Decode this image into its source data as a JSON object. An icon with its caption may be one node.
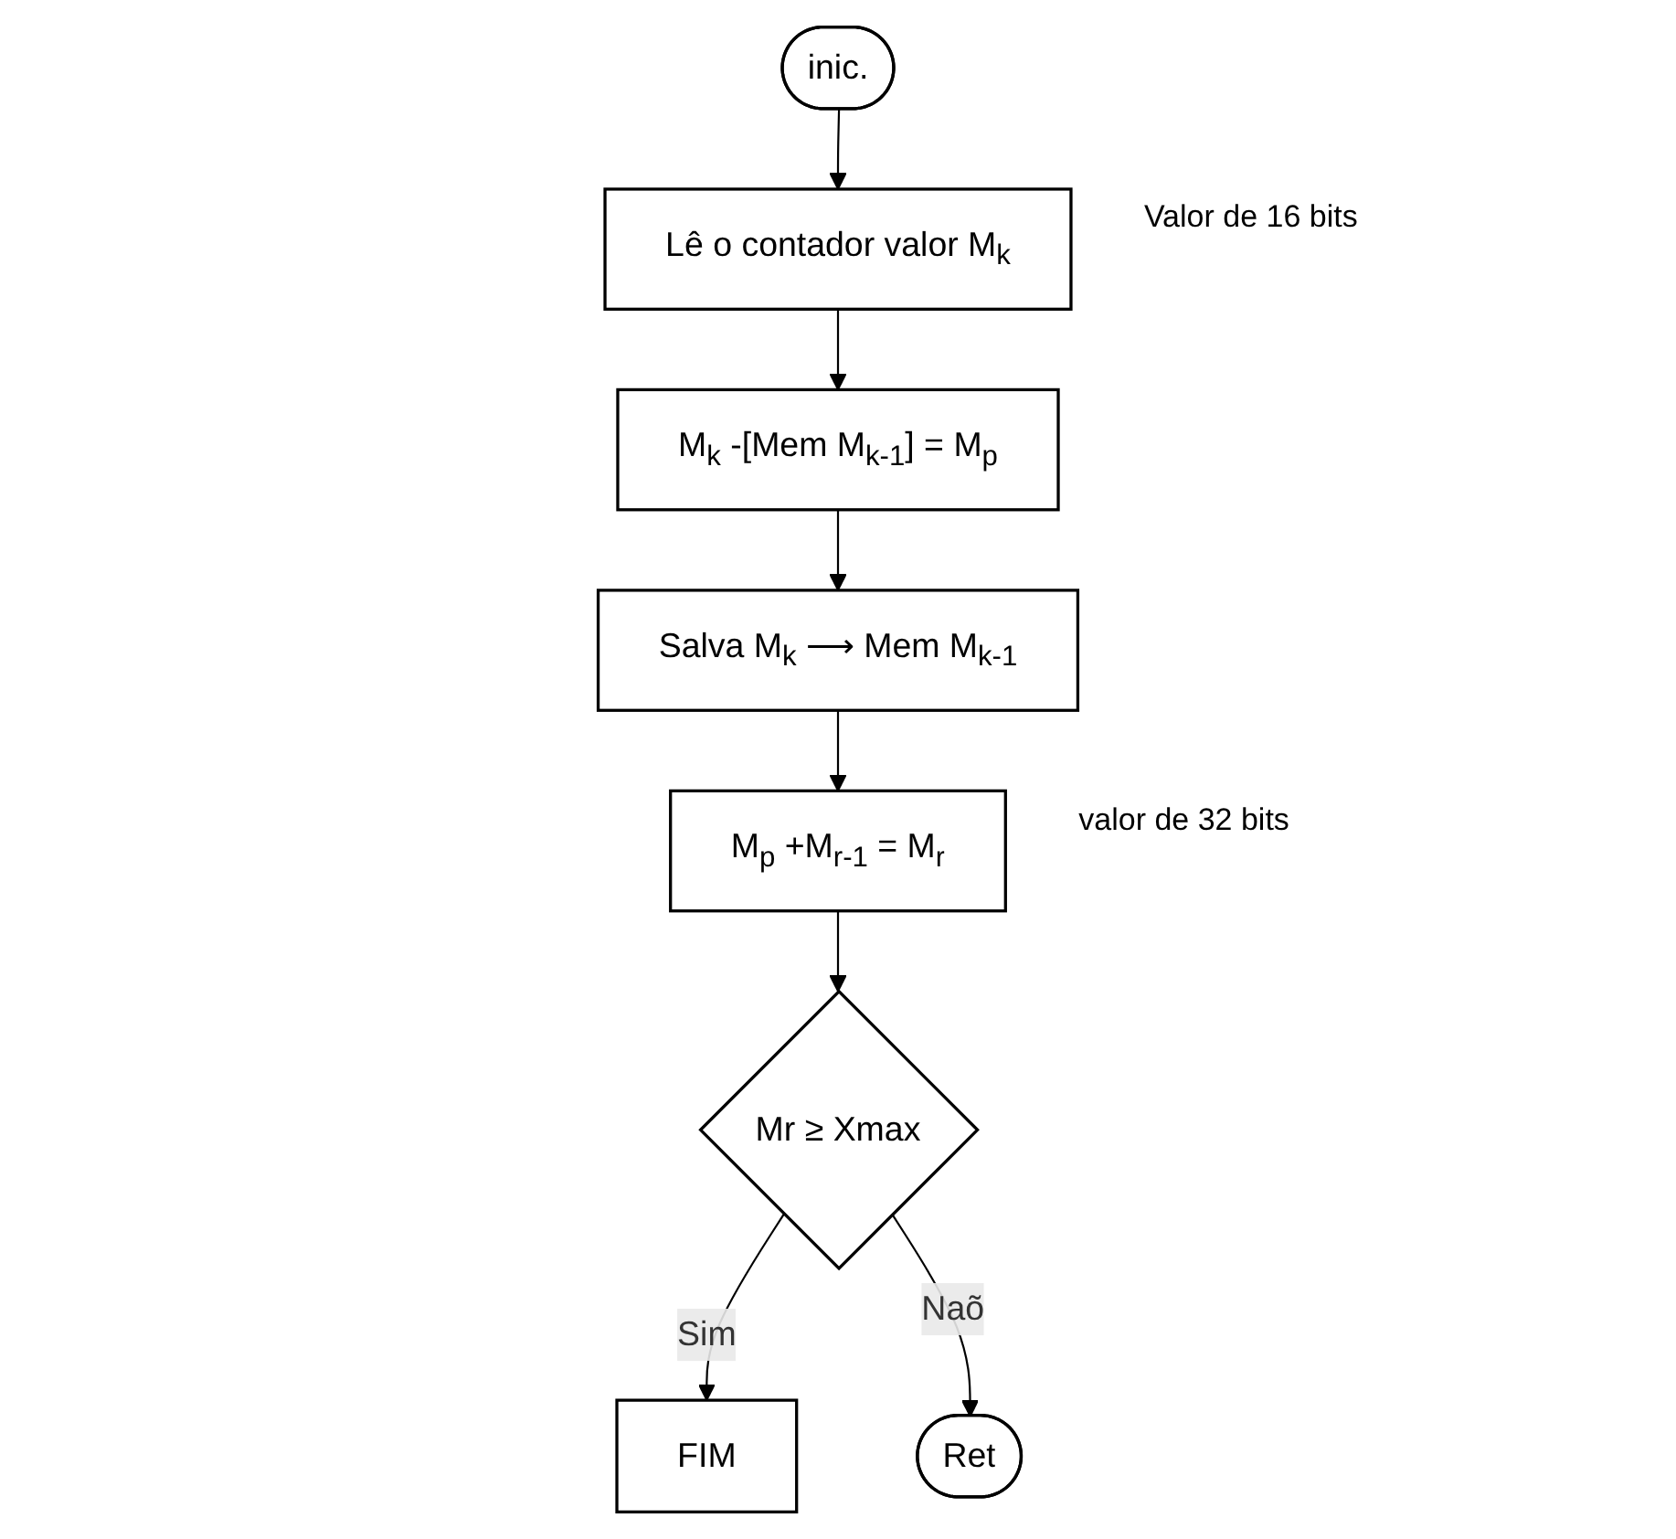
{
  "diagram": {
    "nodes": [
      {
        "text": [
          "inic."
        ]
      },
      {
        "text": [
          "Lê o contador valor M$_{k}$"
        ],
        "beside": [
          "Valor de 16 bits"
        ]
      },
      {
        "text": [
          "M$_{k}$ -[Mem M$_{k-1}$] = M$_{p}$"
        ]
      },
      {
        "text": [
          "Salva M$_{k}$ ⟶ Mem M$_{k-1}$"
        ]
      },
      {
        "text": [
          "M$_{p}$ +M$_{r-1}$ = M$_{r}$"
        ],
        "beside": [
          "valor de 32 bits"
        ]
      },
      {
        "text": [
          "FIM"
        ]
      },
      {
        "text": [
          "Mr ≥ Xmax"
        ]
      },
      {
        "text": [
          "Ret"
        ]
      }
    ],
    "edges": [
      {
        "from": 0,
        "to": 1,
        "arrow": "to"
      },
      {
        "from": 1,
        "to": 2,
        "arrow": "to"
      },
      {
        "from": 2,
        "to": 3,
        "arrow": "to"
      },
      {
        "from": 3,
        "to": 4,
        "arrow": "to"
      },
      {
        "from": 4,
        "to": 6,
        "arrow": "to"
      },
      {
        "from": 6,
        "to": 5,
        "arrow": "to",
        "label": "Sim"
      },
      {
        "from": 6,
        "to": 7,
        "arrow": "to",
        "label": "Naõ"
      }
    ]
  }
}
